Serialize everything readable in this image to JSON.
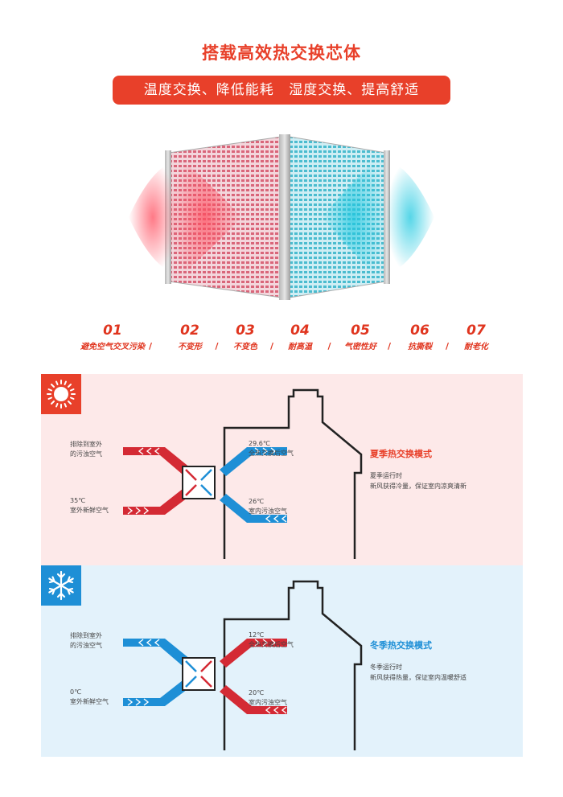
{
  "header": {
    "title": "搭载高效热交换芯体",
    "banner_left": "温度交换、降低能耗",
    "banner_right": "湿度交换、提高舒适"
  },
  "features": [
    {
      "num": "01",
      "label": "避免空气交叉污染"
    },
    {
      "num": "02",
      "label": "不变形"
    },
    {
      "num": "03",
      "label": "不变色"
    },
    {
      "num": "04",
      "label": "耐高温"
    },
    {
      "num": "05",
      "label": "气密性好"
    },
    {
      "num": "06",
      "label": "抗撕裂"
    },
    {
      "num": "07",
      "label": "耐老化"
    }
  ],
  "separator": "/",
  "summer": {
    "title": "夏季热交换模式",
    "exhaust_label": "排除到室外\n的污浊空气",
    "fresh_temp": "35℃",
    "fresh_label": "室外新鲜空气",
    "supply_temp": "29.6℃",
    "supply_label": "全热交换后空气",
    "indoor_temp": "26℃",
    "indoor_label": "室内污浊空气",
    "desc_line1": "夏季运行时",
    "desc_line2": "新风获得冷量，保证室内凉爽清新",
    "icon": "sun-icon"
  },
  "winter": {
    "title": "冬季热交换模式",
    "exhaust_label": "排除到室外\n的污浊空气",
    "fresh_temp": "0℃",
    "fresh_label": "室外新鲜空气",
    "supply_temp": "12℃",
    "supply_label": "全热交换后空气",
    "indoor_temp": "20℃",
    "indoor_label": "室内污浊空气",
    "desc_line1": "冬季运行时",
    "desc_line2": "新风获得热量，保证室内温暖舒适",
    "icon": "snowflake-icon"
  },
  "colors": {
    "accent": "#e8402a",
    "warm": "#d42a34",
    "cool": "#1e8fd6",
    "summer_bg": "#fde9e9",
    "winter_bg": "#e3f2fb"
  }
}
